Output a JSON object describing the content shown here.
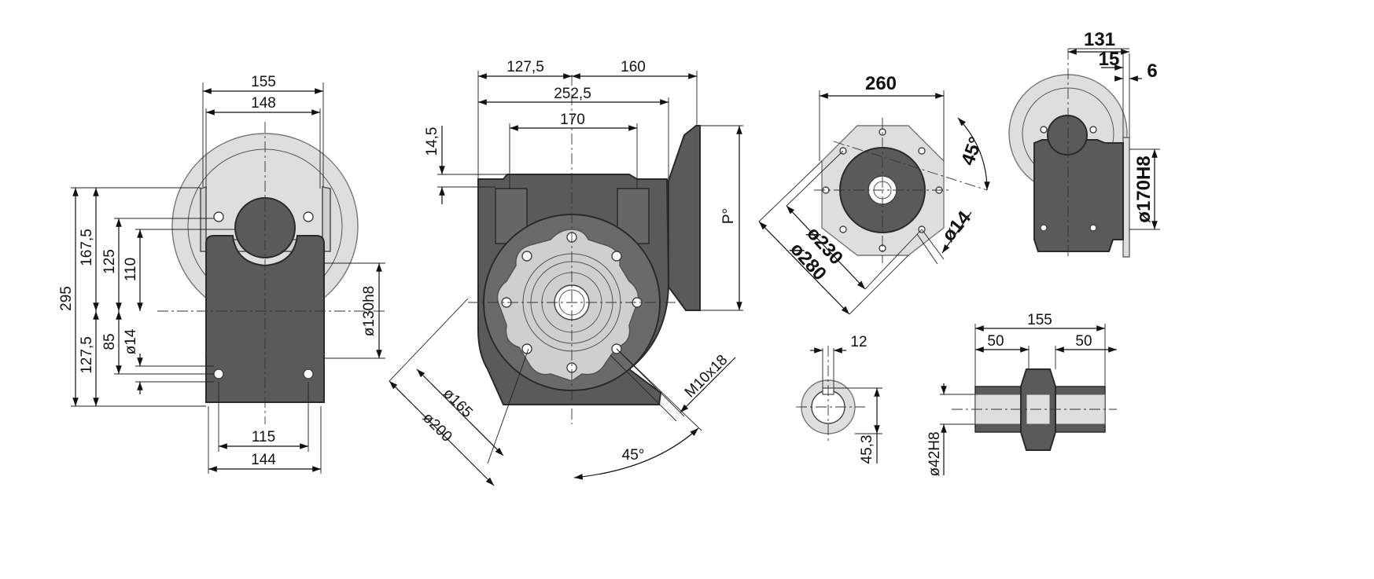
{
  "colors": {
    "housing": "#5a5a5a",
    "flange": "#dedede",
    "light_part": "#cfcfcf",
    "line": "#111111"
  },
  "views": {
    "side_view": {
      "top_155": "155",
      "top_148": "148",
      "h_295": "295",
      "h_167_5": "167,5",
      "h_125": "125",
      "h_110": "110",
      "h_127_5": "127,5",
      "h_85": "85",
      "d_14": "ø14",
      "d_130h8": "ø130h8",
      "bot_115": "115",
      "bot_144": "144"
    },
    "front_view": {
      "top_127_5": "127,5",
      "top_160": "160",
      "top_252_5": "252,5",
      "top_170": "170",
      "h_14_5": "14,5",
      "label_p": "P°",
      "d_165": "ø165",
      "d_200": "ø200",
      "thread": "M10x18",
      "angle": "45°"
    },
    "flange_view": {
      "w_260": "260",
      "angle": "45°",
      "d_230": "ø230",
      "d_280": "ø280",
      "d_14": "ø14"
    },
    "side_small_view": {
      "w_131": "131",
      "w_15": "15",
      "w_6": "6",
      "d_170h8": "ø170H8"
    },
    "key_view": {
      "w_12": "12",
      "h_45_3": "45,3"
    },
    "shaft_view": {
      "w_155": "155",
      "w_50_left": "50",
      "w_50_right": "50",
      "d_42h8": "ø42H8"
    }
  }
}
